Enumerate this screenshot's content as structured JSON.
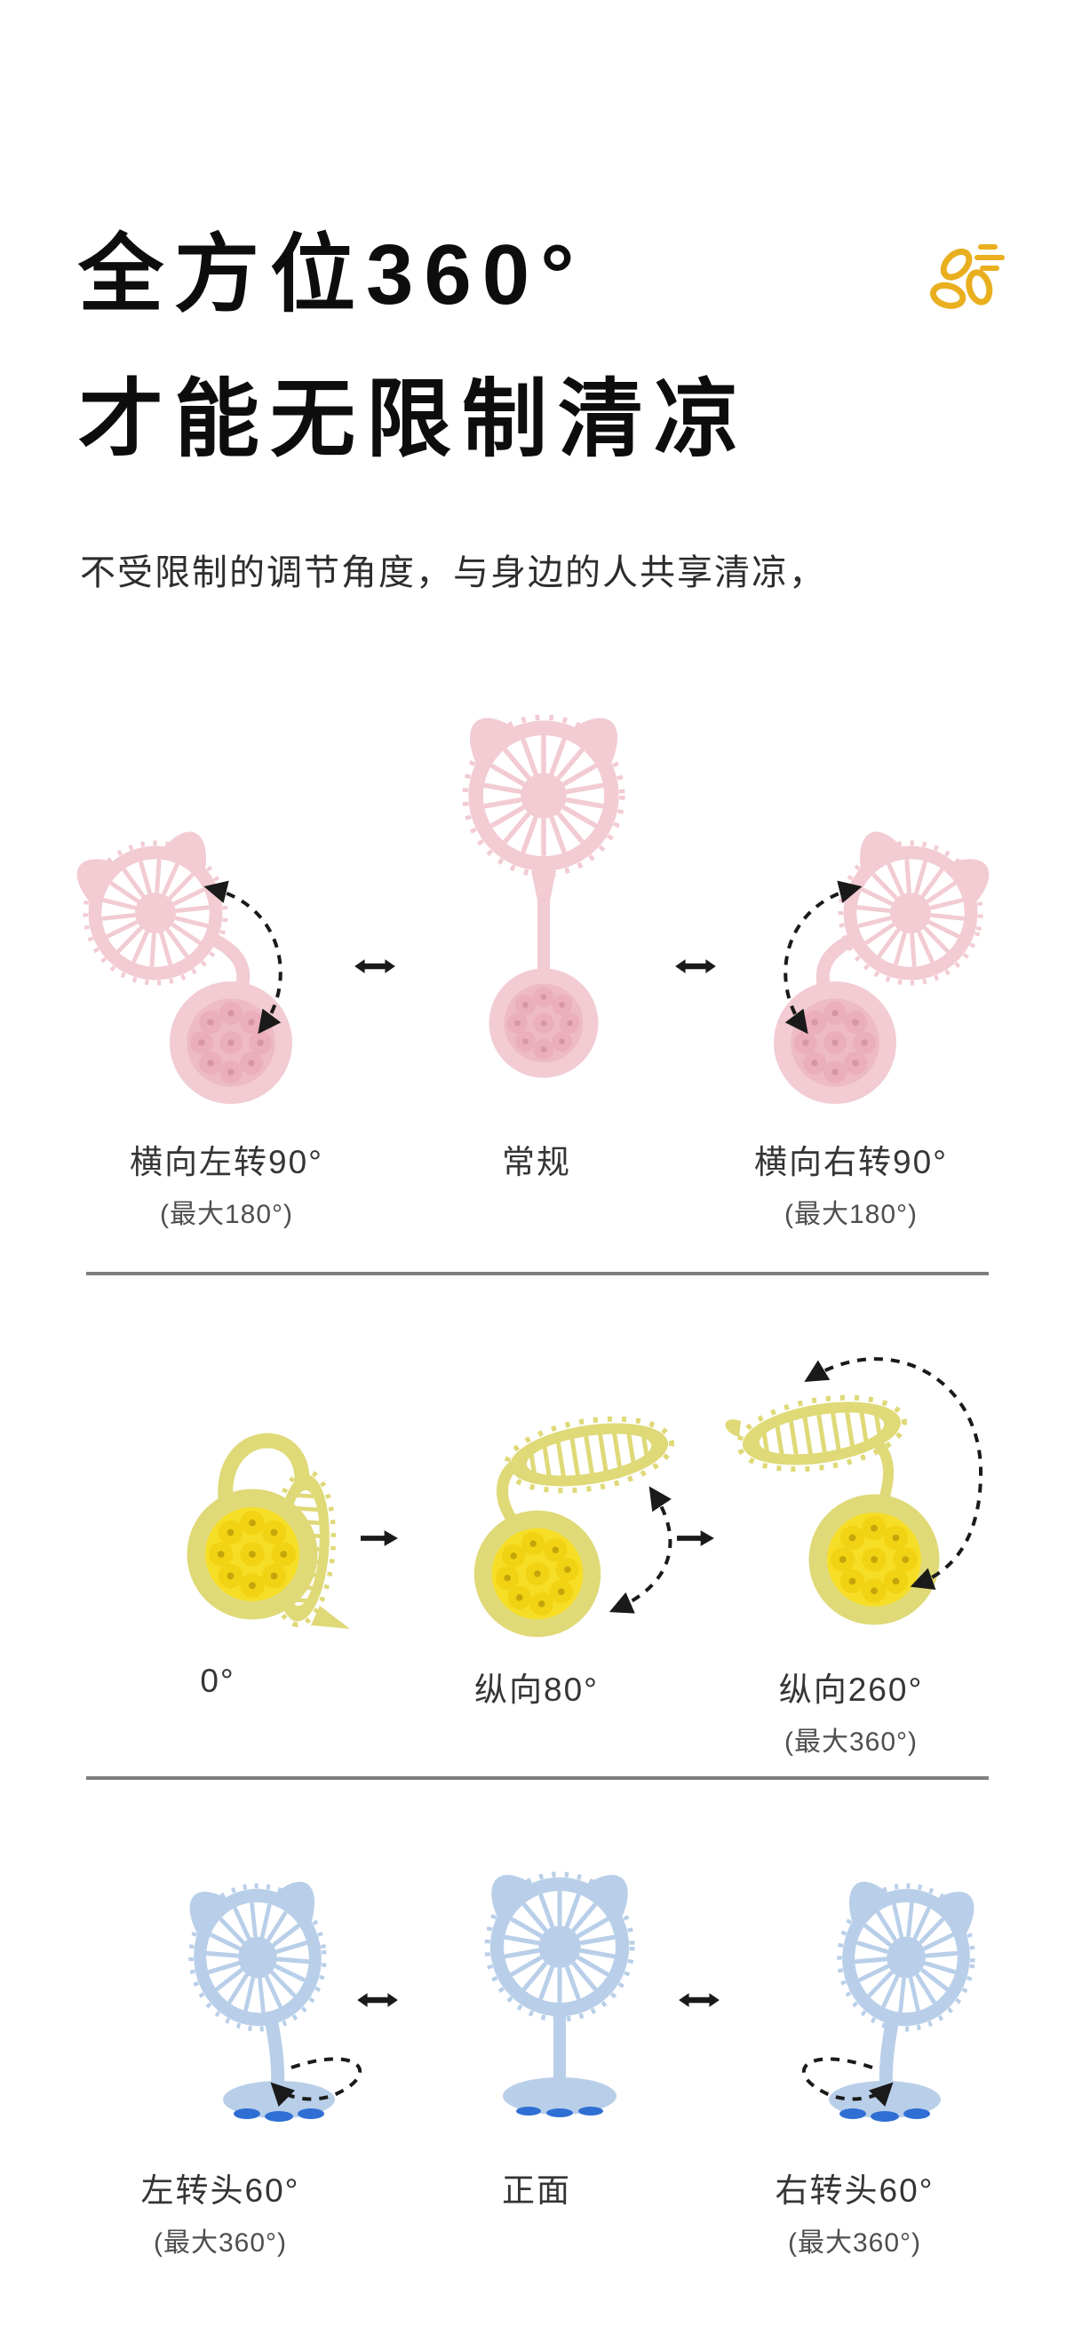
{
  "header": {
    "title_line1": "全方位360°",
    "title_line2": "才能无限制清凉",
    "subtitle": "不受限制的调节角度，与身边的人共享清凉，"
  },
  "icons": {
    "logo": "fan-propeller-icon",
    "swap": "left-right-double-arrow",
    "next": "right-arrow",
    "rotate": "dashed-rotation-arrow"
  },
  "colors": {
    "pink_body": "#F2CBD3",
    "yellow_body": "#DFD977",
    "yellow_pad": "#F7DE26",
    "blue_body": "#B9CFE9",
    "blue_feet": "#2F6FD4",
    "divider": "#7F7F7F",
    "logo_gold": "#E9AF1E",
    "arrow_black": "#1A1A1A"
  },
  "sections": [
    {
      "id": "horizontal-rotation",
      "items": [
        {
          "label": "横向左转90°",
          "sublabel": "(最大180°)",
          "image": "pink-fan-bent-left"
        },
        {
          "label": "常规",
          "sublabel": "",
          "image": "pink-fan-upright"
        },
        {
          "label": "横向右转90°",
          "sublabel": "(最大180°)",
          "image": "pink-fan-bent-right"
        }
      ]
    },
    {
      "id": "vertical-rotation",
      "items": [
        {
          "label": "0°",
          "sublabel": "",
          "image": "yellow-fan-folded"
        },
        {
          "label": "纵向80°",
          "sublabel": "",
          "image": "yellow-fan-tilt-80"
        },
        {
          "label": "纵向260°",
          "sublabel": "(最大360°)",
          "image": "yellow-fan-tilt-260"
        }
      ]
    },
    {
      "id": "head-rotation",
      "items": [
        {
          "label": "左转头60°",
          "sublabel": "(最大360°)",
          "image": "blue-stand-fan-left"
        },
        {
          "label": "正面",
          "sublabel": "",
          "image": "blue-stand-fan-front"
        },
        {
          "label": "右转头60°",
          "sublabel": "(最大360°)",
          "image": "blue-stand-fan-right"
        }
      ]
    }
  ]
}
